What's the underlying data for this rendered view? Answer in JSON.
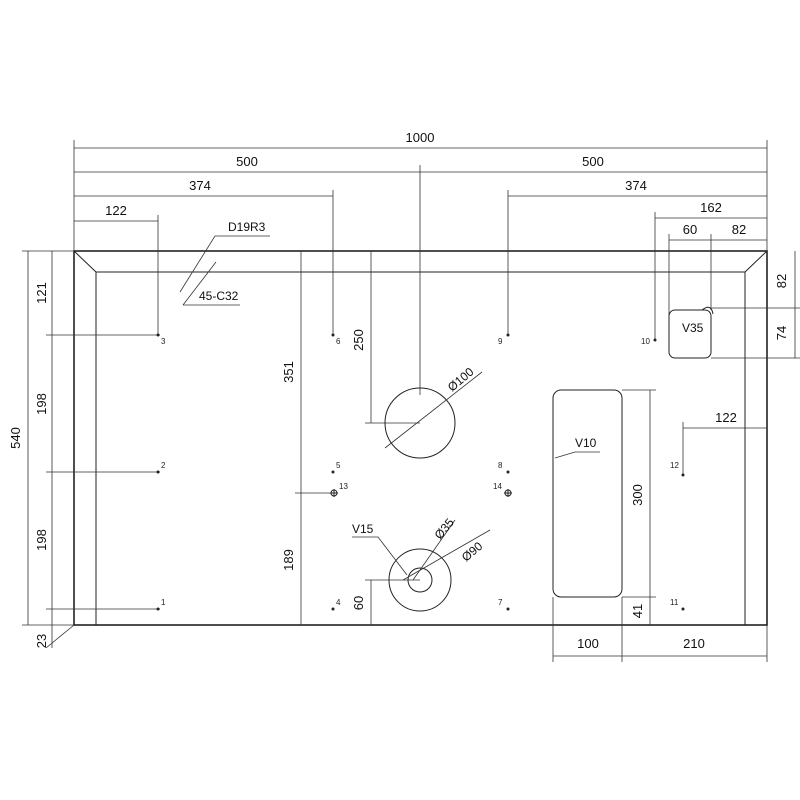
{
  "dimensions": {
    "total_width": "1000",
    "half_left": "500",
    "half_right": "500",
    "left_374": "374",
    "right_374": "374",
    "left_122": "122",
    "right_162": "162",
    "right_60": "60",
    "right_82_top": "82",
    "height_540": "540",
    "left_121": "121",
    "left_198_a": "198",
    "left_198_b": "198",
    "bottom_23": "23",
    "v351": "351",
    "v250": "250",
    "v189": "189",
    "v60": "60",
    "v300": "300",
    "v41": "41",
    "right_82_side": "82",
    "right_74": "74",
    "right_122": "122",
    "bottom_100": "100",
    "bottom_210": "210"
  },
  "labels": {
    "edge": "D19R3",
    "bevel": "45-C32",
    "hole_large": "Ø100",
    "hole_small_inner": "Ø35",
    "hole_small_outer": "Ø90",
    "v15": "V15",
    "v10": "V10",
    "v35": "V35"
  },
  "points": [
    "1",
    "2",
    "3",
    "4",
    "5",
    "6",
    "7",
    "8",
    "9",
    "10",
    "11",
    "12",
    "13",
    "14"
  ]
}
